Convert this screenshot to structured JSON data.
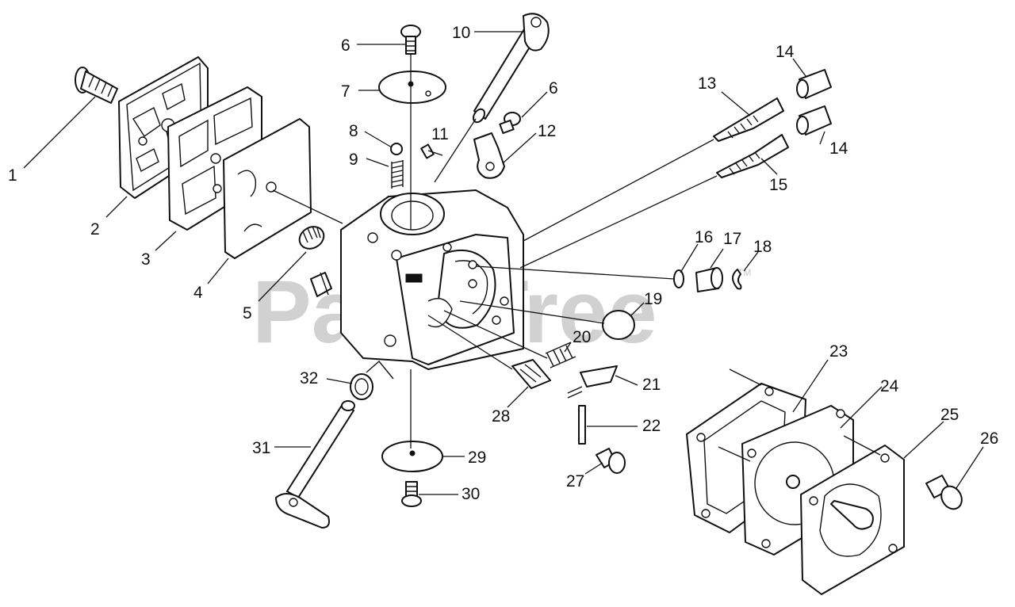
{
  "watermark": {
    "text": "PartsTree",
    "trademark": "TM"
  },
  "callouts": [
    {
      "id": "c1",
      "text": "1"
    },
    {
      "id": "c2",
      "text": "2"
    },
    {
      "id": "c3",
      "text": "3"
    },
    {
      "id": "c4",
      "text": "4"
    },
    {
      "id": "c5",
      "text": "5"
    },
    {
      "id": "c6a",
      "text": "6"
    },
    {
      "id": "c6b",
      "text": "6"
    },
    {
      "id": "c7",
      "text": "7"
    },
    {
      "id": "c8",
      "text": "8"
    },
    {
      "id": "c9",
      "text": "9"
    },
    {
      "id": "c10",
      "text": "10"
    },
    {
      "id": "c11",
      "text": "11"
    },
    {
      "id": "c12",
      "text": "12"
    },
    {
      "id": "c13",
      "text": "13"
    },
    {
      "id": "c14a",
      "text": "14"
    },
    {
      "id": "c14b",
      "text": "14"
    },
    {
      "id": "c15",
      "text": "15"
    },
    {
      "id": "c16",
      "text": "16"
    },
    {
      "id": "c17",
      "text": "17"
    },
    {
      "id": "c18",
      "text": "18"
    },
    {
      "id": "c19",
      "text": "19"
    },
    {
      "id": "c20",
      "text": "20"
    },
    {
      "id": "c21",
      "text": "21"
    },
    {
      "id": "c22",
      "text": "22"
    },
    {
      "id": "c23",
      "text": "23"
    },
    {
      "id": "c24",
      "text": "24"
    },
    {
      "id": "c25",
      "text": "25"
    },
    {
      "id": "c26",
      "text": "26"
    },
    {
      "id": "c27",
      "text": "27"
    },
    {
      "id": "c28",
      "text": "28"
    },
    {
      "id": "c29",
      "text": "29"
    },
    {
      "id": "c30",
      "text": "30"
    },
    {
      "id": "c31",
      "text": "31"
    },
    {
      "id": "c32",
      "text": "32"
    }
  ]
}
